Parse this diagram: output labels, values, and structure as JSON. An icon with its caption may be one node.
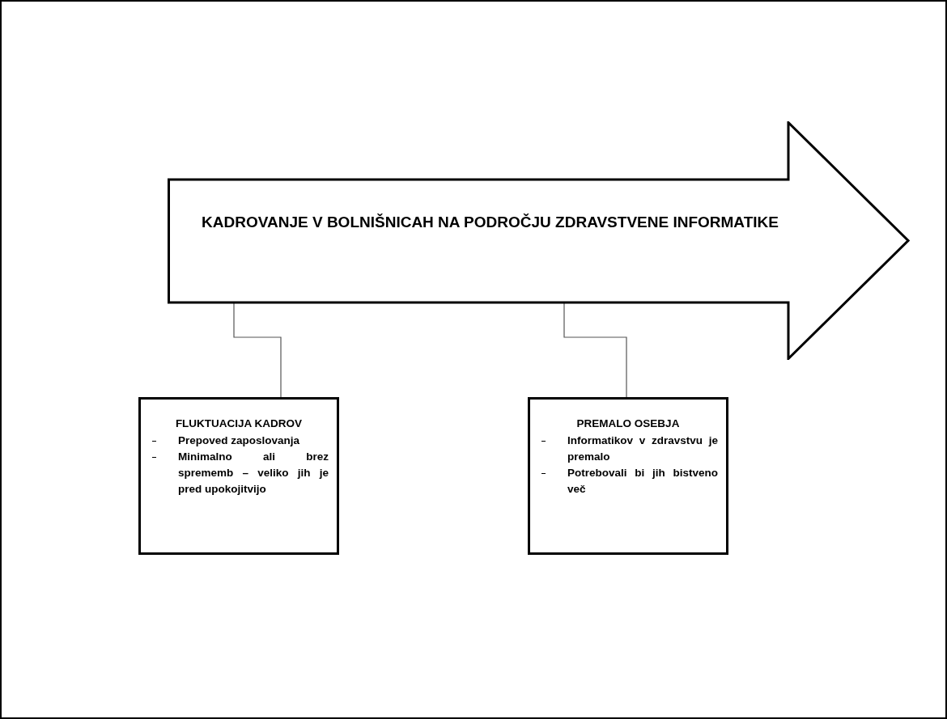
{
  "diagram": {
    "nodes": [
      {
        "text": [
          "KADROVANJE V BOLNIŠNICAH NA PODROČJU ZDRAVSTVENE INFORMATIKE"
        ]
      },
      {
        "text": [
          "FLUKTUACIJA KADROV",
          "Prepoved zaposlovanja",
          "Minimalno ali brez sprememb – veliko jih je pred upokojitvijo"
        ]
      },
      {
        "text": [
          "PREMALO OSEBJA",
          "Informatikov v zdravstvu je premalo",
          "Potrebovali bi jih bistveno več"
        ]
      }
    ],
    "edges": [
      {
        "from": 0,
        "to": 1,
        "arrow": "none"
      },
      {
        "from": 0,
        "to": 2,
        "arrow": "none"
      }
    ]
  }
}
